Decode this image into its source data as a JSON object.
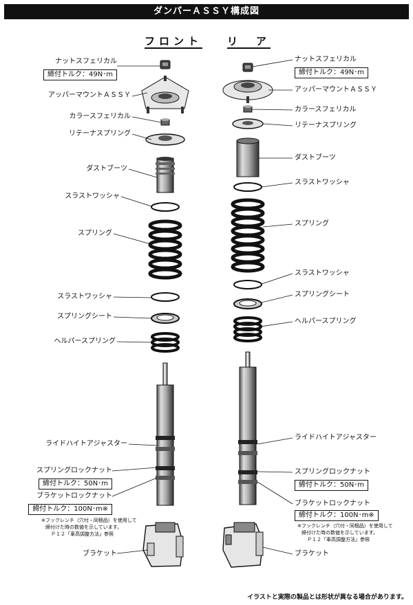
{
  "title": "ダンパーＡＳＳＹ構成図",
  "sections": {
    "front": "フロント",
    "rear": "リ　ア"
  },
  "front_labels": {
    "nut": "ナットスフェリカル",
    "nut_torque": "締付トルク：49N･m",
    "upper_mount": "アッパーマウントＡＳＳＹ",
    "collar": "カラースフェリカル",
    "retainer": "リテーナスプリング",
    "dust_boot": "ダストブーツ",
    "thrust_washer_1": "スラストワッシャ",
    "spring": "スプリング",
    "thrust_washer_2": "スラストワッシャ",
    "spring_seat": "スプリングシート",
    "helper_spring": "ヘルパースプリング",
    "ride_height": "ライドハイトアジャスター",
    "spring_lock_nut": "スプリングロックナット",
    "spring_lock_torque": "締付トルク：50N･m",
    "bracket_lock_nut": "ブラケットロックナット",
    "bracket_lock_torque": "締付トルク：100N･m※",
    "note_1": "※フックレンチ（穴付・同梱品）を使用して",
    "note_2": "締付けた時の数値を示しています。",
    "note_3": "Ｐ１２「車高調整方法」参照",
    "bracket": "ブラケット"
  },
  "rear_labels": {
    "nut": "ナットスフェリカル",
    "nut_torque": "締付トルク：49N･m",
    "upper_mount": "アッパーマウントＡＳＳＹ",
    "collar": "カラースフェリカル",
    "retainer": "リテーナスプリング",
    "dust_boot": "ダストブーツ",
    "thrust_washer_1": "スラストワッシャ",
    "spring": "スプリング",
    "thrust_washer_2": "スラストワッシャ",
    "spring_seat": "スプリングシート",
    "helper_spring": "ヘルパースプリング",
    "ride_height": "ライドハイトアジャスター",
    "spring_lock_nut": "スプリングロックナット",
    "spring_lock_torque": "締付トルク：50N･m",
    "bracket_lock_nut": "ブラケットロックナット",
    "bracket_lock_torque": "締付トルク：100N･m※",
    "note_1": "※フックレンチ（穴付・同梱品）を使用して",
    "note_2": "締付けた時の数値を示しています。",
    "note_3": "Ｐ１２「車高調整方法」参照",
    "bracket": "ブラケット"
  },
  "footer": "イラストと実際の製品とは形状が異なる場合があります。"
}
